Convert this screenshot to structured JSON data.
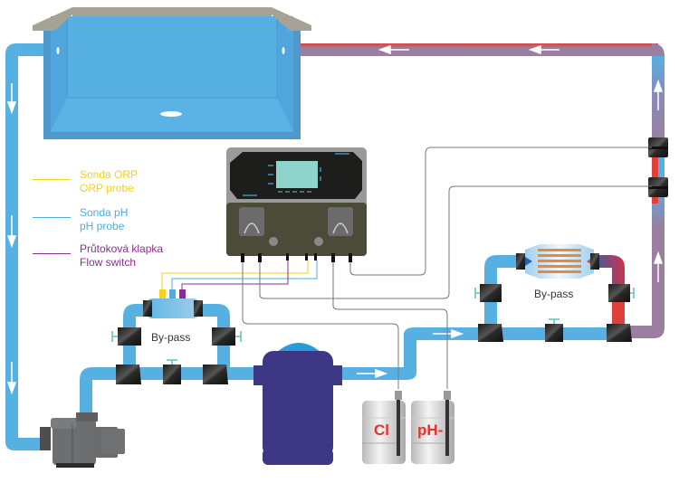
{
  "legend": [
    {
      "line1": "Sonda ORP",
      "line2": "ORP probe",
      "color": "#f2d21b",
      "id": "orp"
    },
    {
      "line1": "Sonda pH",
      "line2": "pH probe",
      "color": "#4aaee0",
      "id": "ph"
    },
    {
      "line1": "Průtoková klapka",
      "line2": "Flow switch",
      "color": "#8b2f8e",
      "id": "flow"
    }
  ],
  "bypass_left": {
    "label": "By-pass"
  },
  "bypass_right": {
    "label": "By-pass"
  },
  "tanks": [
    {
      "label": "Cl",
      "id": "chlorine"
    },
    {
      "label": "pH-",
      "id": "ph-minus"
    }
  ],
  "colors": {
    "cold_water": "#56b0e2",
    "hot_water": "#e0403a",
    "mixed_water": "#9b7fa0",
    "filter": "#3e3785",
    "pump": "#6d6e70",
    "controller_body": "#4c4b3a",
    "controller_panel": "#1d1d1b",
    "display": "#8fd3cd"
  }
}
